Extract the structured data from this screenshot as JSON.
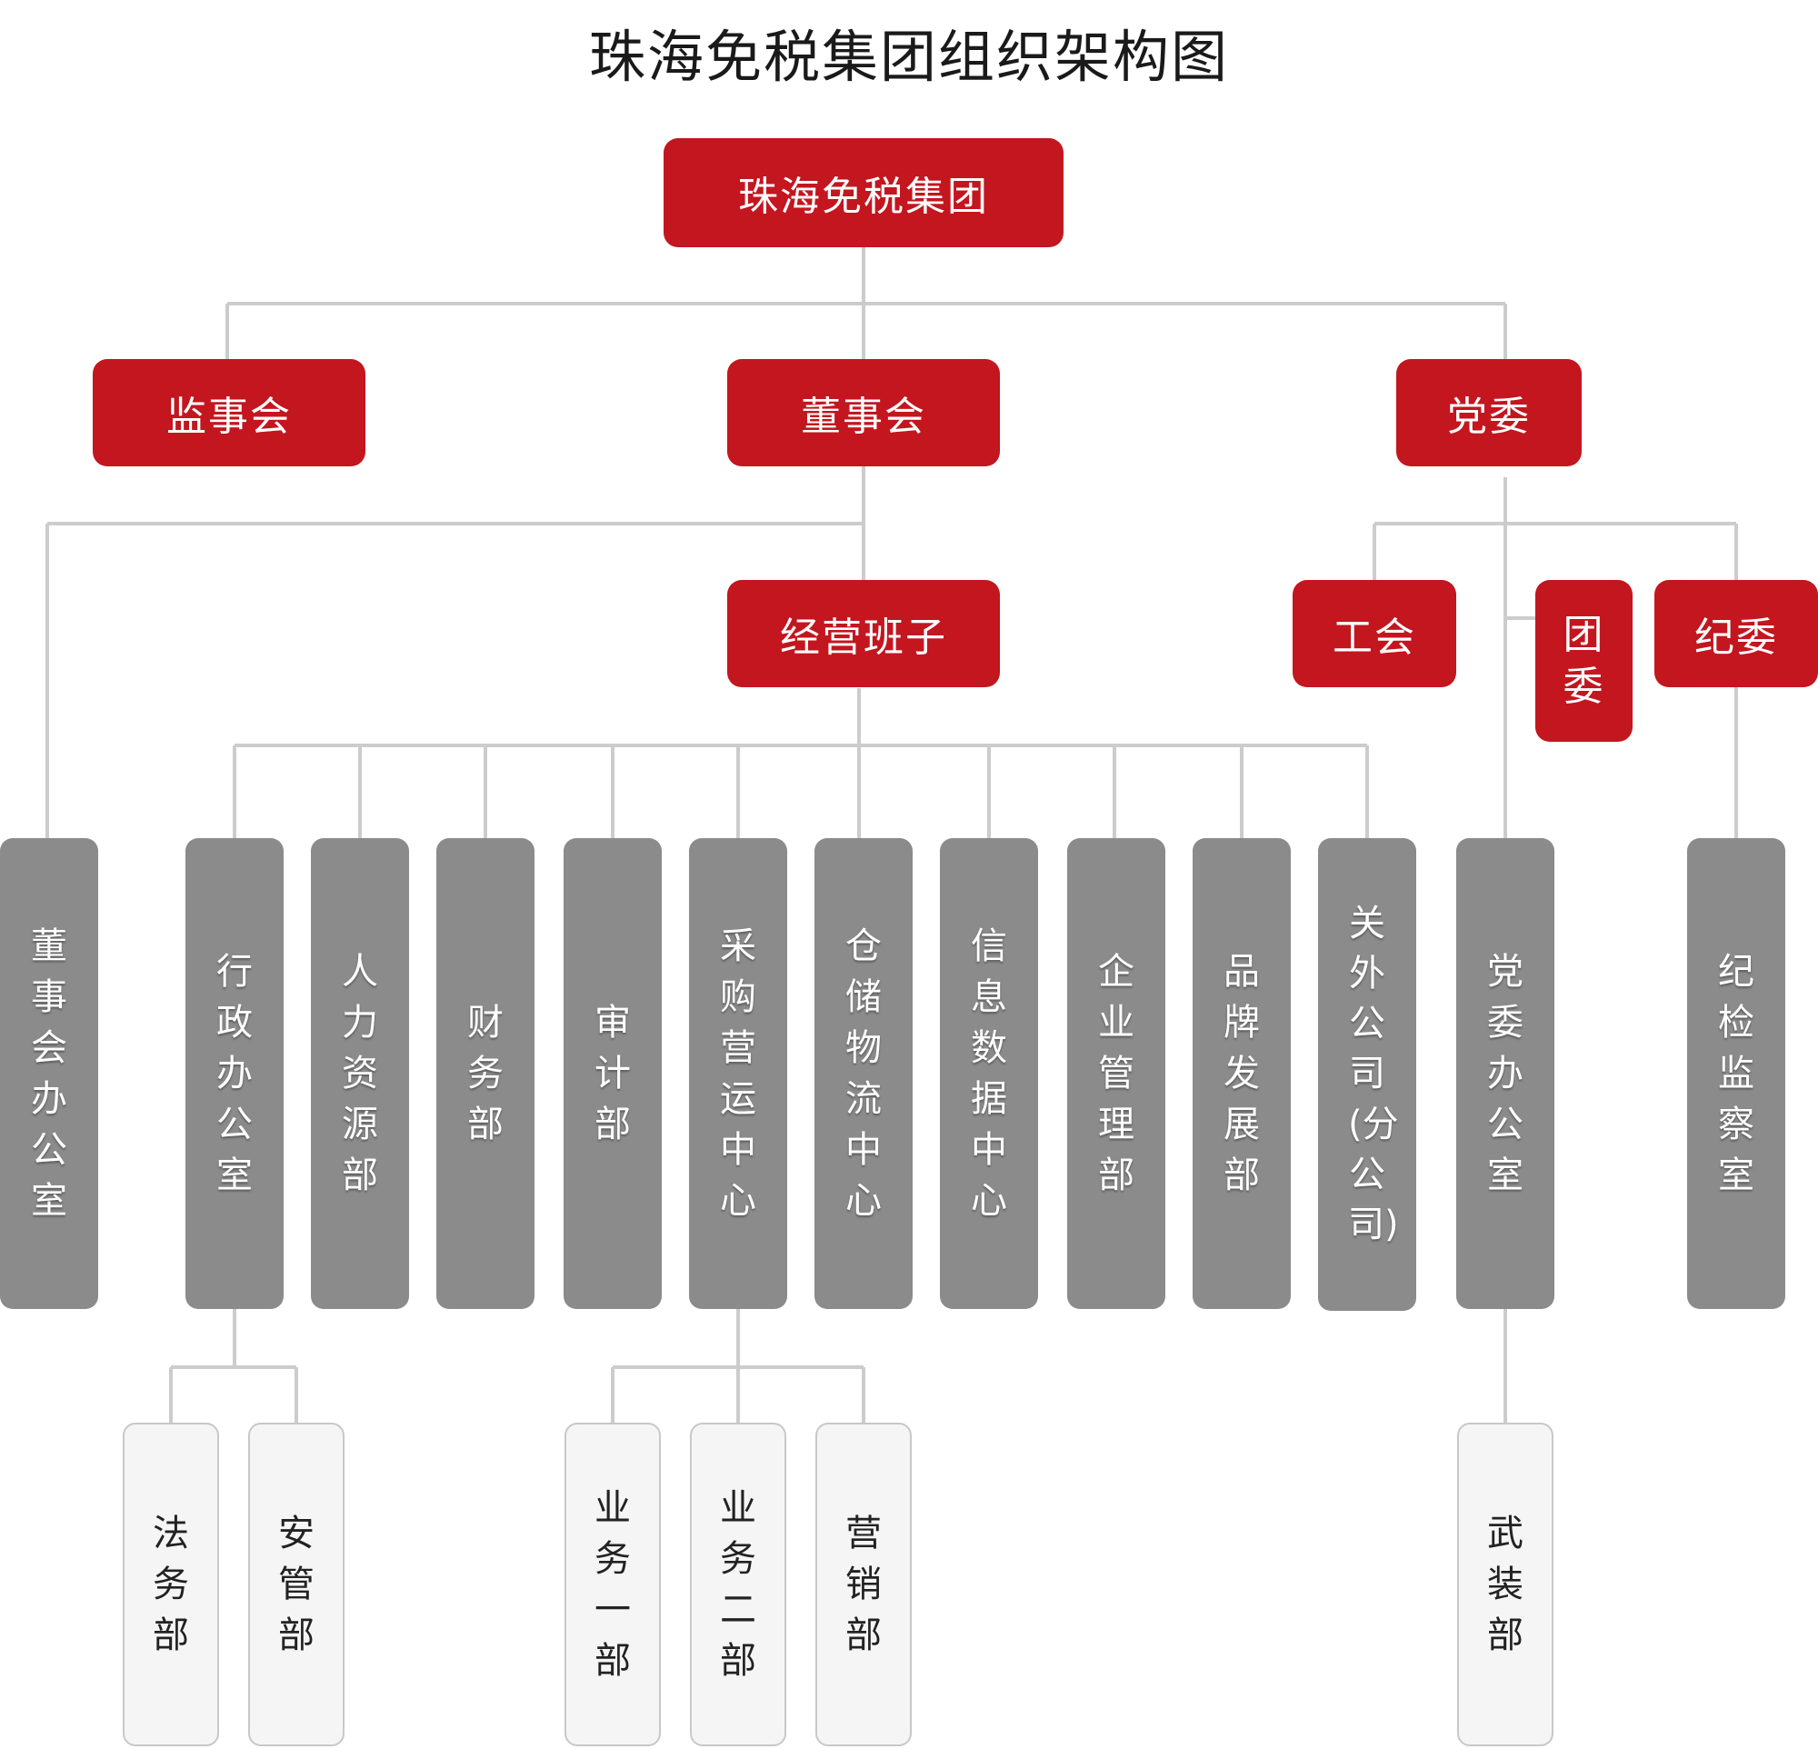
{
  "title": "珠海免税集团组织架构图",
  "colors": {
    "primary": "#c3161f",
    "department": "#8b8b8b",
    "sub_unit": "#f5f5f5",
    "connector": "#cccccc"
  },
  "top": {
    "group": "珠海免税集团"
  },
  "level2": {
    "supervisory_board": "监事会",
    "board_of_directors": "董事会",
    "party_committee": "党委"
  },
  "management": "经营班子",
  "party_units": {
    "union": "工会",
    "youth_league": "团委",
    "discipline_committee": "纪委"
  },
  "departments": {
    "board_office": "董事会办公室",
    "admin_office": "行政办公室",
    "hr": "人力资源部",
    "finance": "财务部",
    "audit": "审计部",
    "procurement": "采购营运中心",
    "warehouse": "仓储物流中心",
    "it": "信息数据中心",
    "enterprise_mgmt": "企业管理部",
    "brand": "品牌发展部",
    "affiliates": "关外公司(分公司)",
    "party_office": "党委办公室",
    "discipline_office": "纪检监察室"
  },
  "sub_units": {
    "legal": "法务部",
    "safety": "安管部",
    "business_1": "业务一部",
    "business_2": "业务二部",
    "marketing": "营销部",
    "armed_forces": "武装部"
  }
}
